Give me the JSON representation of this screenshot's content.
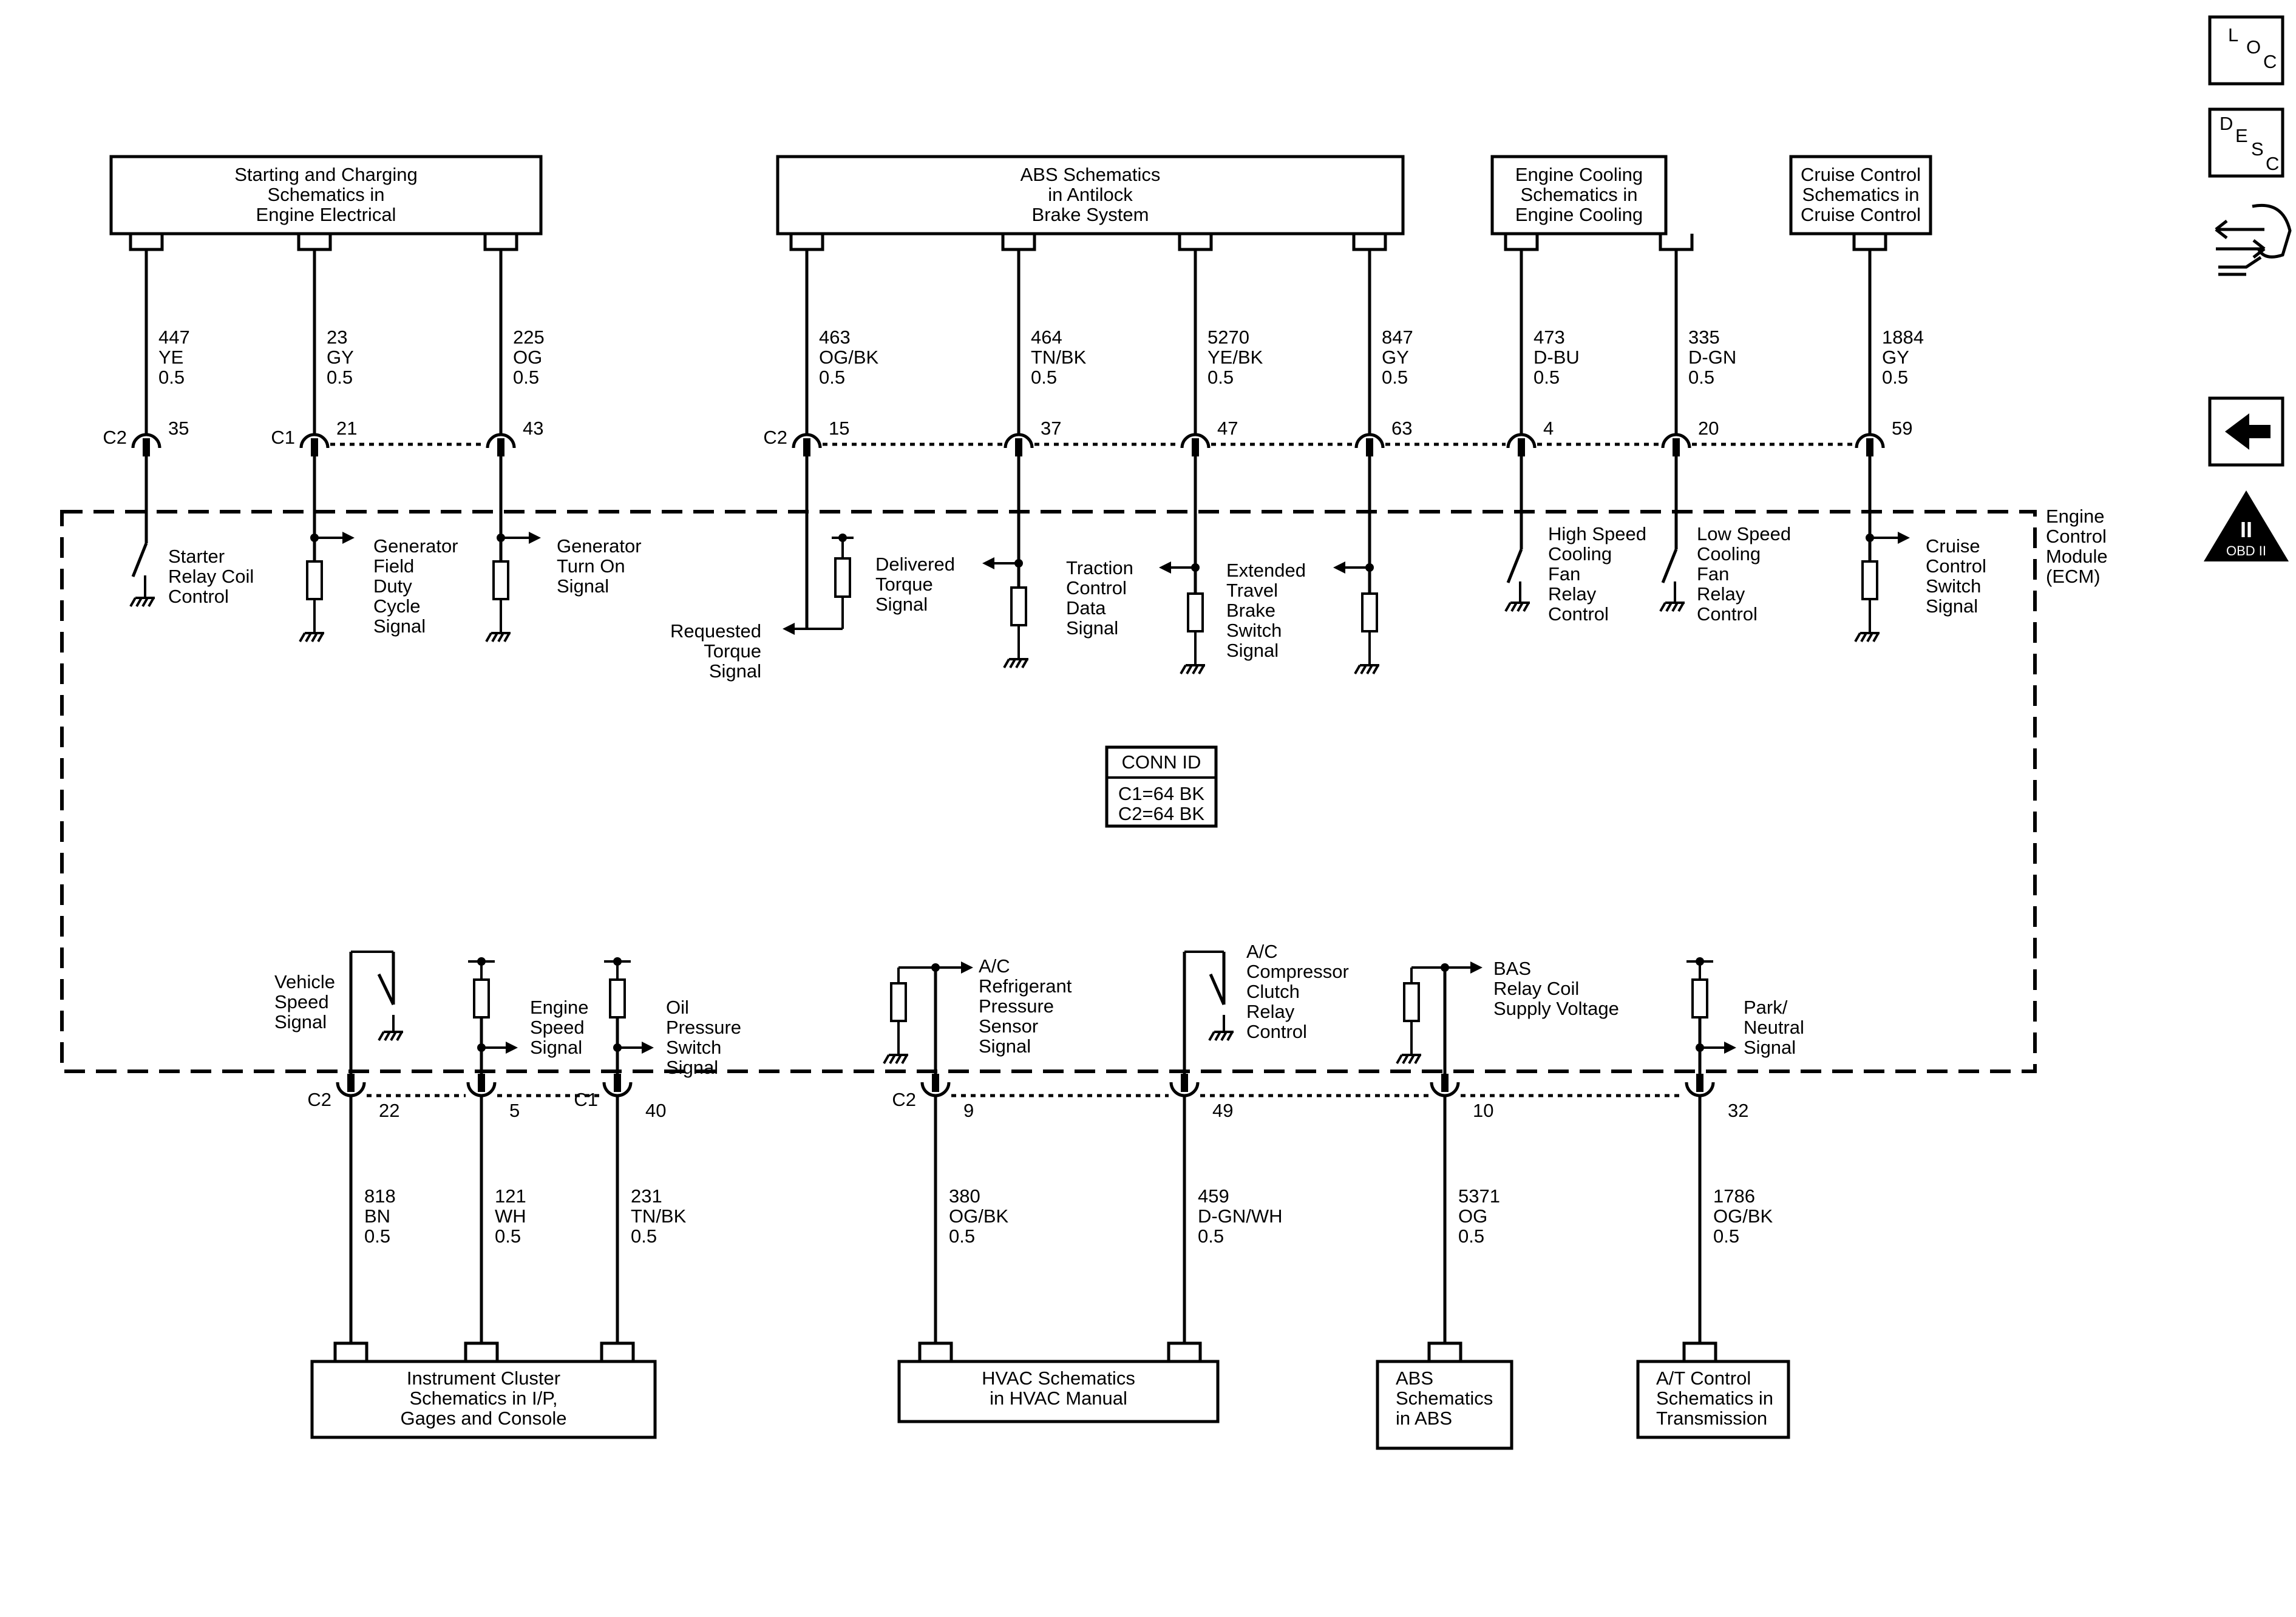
{
  "top_destinations": [
    {
      "id": "starting",
      "lines": [
        "Starting and Charging",
        "Schematics in",
        "Engine Electrical"
      ]
    },
    {
      "id": "abs-top",
      "lines": [
        "ABS Schematics",
        "in Antilock",
        "Brake System"
      ]
    },
    {
      "id": "cooling",
      "lines": [
        "Engine Cooling",
        "Schematics in",
        "Engine Cooling"
      ]
    },
    {
      "id": "cruise",
      "lines": [
        "Cruise Control",
        "Schematics in",
        "Cruise Control"
      ]
    }
  ],
  "bottom_destinations": [
    {
      "id": "cluster",
      "lines": [
        "Instrument Cluster",
        "Schematics in I/P,",
        "Gages and Console"
      ]
    },
    {
      "id": "hvac",
      "lines": [
        "HVAC Schematics",
        "in HVAC Manual"
      ]
    },
    {
      "id": "abs-bottom",
      "lines": [
        "ABS",
        "Schematics",
        "in ABS"
      ]
    },
    {
      "id": "at",
      "lines": [
        "A/T Control",
        "Schematics in",
        "Transmission"
      ]
    }
  ],
  "top_wires": [
    {
      "circuit": "447",
      "color": "YE",
      "gauge": "0.5",
      "connector": "C2",
      "pin": "35",
      "function": [
        "Starter",
        "Relay Coil",
        "Control"
      ]
    },
    {
      "circuit": "23",
      "color": "GY",
      "gauge": "0.5",
      "connector": "C1",
      "pin": "21",
      "function": [
        "Generator",
        "Field",
        "Duty",
        "Cycle",
        "Signal"
      ]
    },
    {
      "circuit": "225",
      "color": "OG",
      "gauge": "0.5",
      "connector": "",
      "pin": "43",
      "function": [
        "Generator",
        "Turn On",
        "Signal"
      ]
    },
    {
      "circuit": "463",
      "color": "OG/BK",
      "gauge": "0.5",
      "connector": "C2",
      "pin": "15",
      "function": [
        "Requested",
        "Torque",
        "Signal"
      ]
    },
    {
      "circuit": "464",
      "color": "TN/BK",
      "gauge": "0.5",
      "connector": "",
      "pin": "37",
      "function": [
        "Delivered",
        "Torque",
        "Signal"
      ]
    },
    {
      "circuit": "5270",
      "color": "YE/BK",
      "gauge": "0.5",
      "connector": "",
      "pin": "47",
      "function": [
        "Traction",
        "Control",
        "Data",
        "Signal"
      ]
    },
    {
      "circuit": "847",
      "color": "GY",
      "gauge": "0.5",
      "connector": "",
      "pin": "63",
      "function": [
        "Extended",
        "Travel",
        "Brake",
        "Switch",
        "Signal"
      ]
    },
    {
      "circuit": "473",
      "color": "D-BU",
      "gauge": "0.5",
      "connector": "",
      "pin": "4",
      "function": [
        "High Speed",
        "Cooling",
        "Fan",
        "Relay",
        "Control"
      ]
    },
    {
      "circuit": "335",
      "color": "D-GN",
      "gauge": "0.5",
      "connector": "",
      "pin": "20",
      "function": [
        "Low Speed",
        "Cooling",
        "Fan",
        "Relay",
        "Control"
      ]
    },
    {
      "circuit": "1884",
      "color": "GY",
      "gauge": "0.5",
      "connector": "",
      "pin": "59",
      "function": [
        "Cruise",
        "Control",
        "Switch",
        "Signal"
      ]
    }
  ],
  "bottom_wires": [
    {
      "circuit": "818",
      "color": "BN",
      "gauge": "0.5",
      "connector": "C2",
      "pin": "22",
      "function": [
        "Vehicle",
        "Speed",
        "Signal"
      ]
    },
    {
      "circuit": "121",
      "color": "WH",
      "gauge": "0.5",
      "connector": "",
      "pin": "5",
      "function": [
        "Engine",
        "Speed",
        "Signal"
      ]
    },
    {
      "circuit": "231",
      "color": "TN/BK",
      "gauge": "0.5",
      "connector": "C1",
      "pin": "40",
      "function": [
        "Oil",
        "Pressure",
        "Switch",
        "Signal"
      ]
    },
    {
      "circuit": "380",
      "color": "OG/BK",
      "gauge": "0.5",
      "connector": "C2",
      "pin": "9",
      "function": [
        "A/C",
        "Refrigerant",
        "Pressure",
        "Sensor",
        "Signal"
      ]
    },
    {
      "circuit": "459",
      "color": "D-GN/WH",
      "gauge": "0.5",
      "connector": "",
      "pin": "49",
      "function": [
        "A/C",
        "Compressor",
        "Clutch",
        "Relay",
        "Control"
      ]
    },
    {
      "circuit": "5371",
      "color": "OG",
      "gauge": "0.5",
      "connector": "",
      "pin": "10",
      "function": [
        "BAS",
        "Relay Coil",
        "Supply Voltage"
      ]
    },
    {
      "circuit": "1786",
      "color": "OG/BK",
      "gauge": "0.5",
      "connector": "",
      "pin": "32",
      "function": [
        "Park/",
        "Neutral",
        "Signal"
      ]
    }
  ],
  "module": {
    "lines": [
      "Engine",
      "Control",
      "Module",
      "(ECM)"
    ]
  },
  "conn_id": {
    "title": "CONN ID",
    "lines": [
      "C1=64 BK",
      "C2=64 BK"
    ]
  },
  "nav_icons": {
    "loc": [
      "L",
      "O",
      "C"
    ],
    "desc": [
      "D",
      "E",
      "S",
      "C"
    ],
    "obd": {
      "numeral": "II",
      "label": "OBD II"
    }
  }
}
